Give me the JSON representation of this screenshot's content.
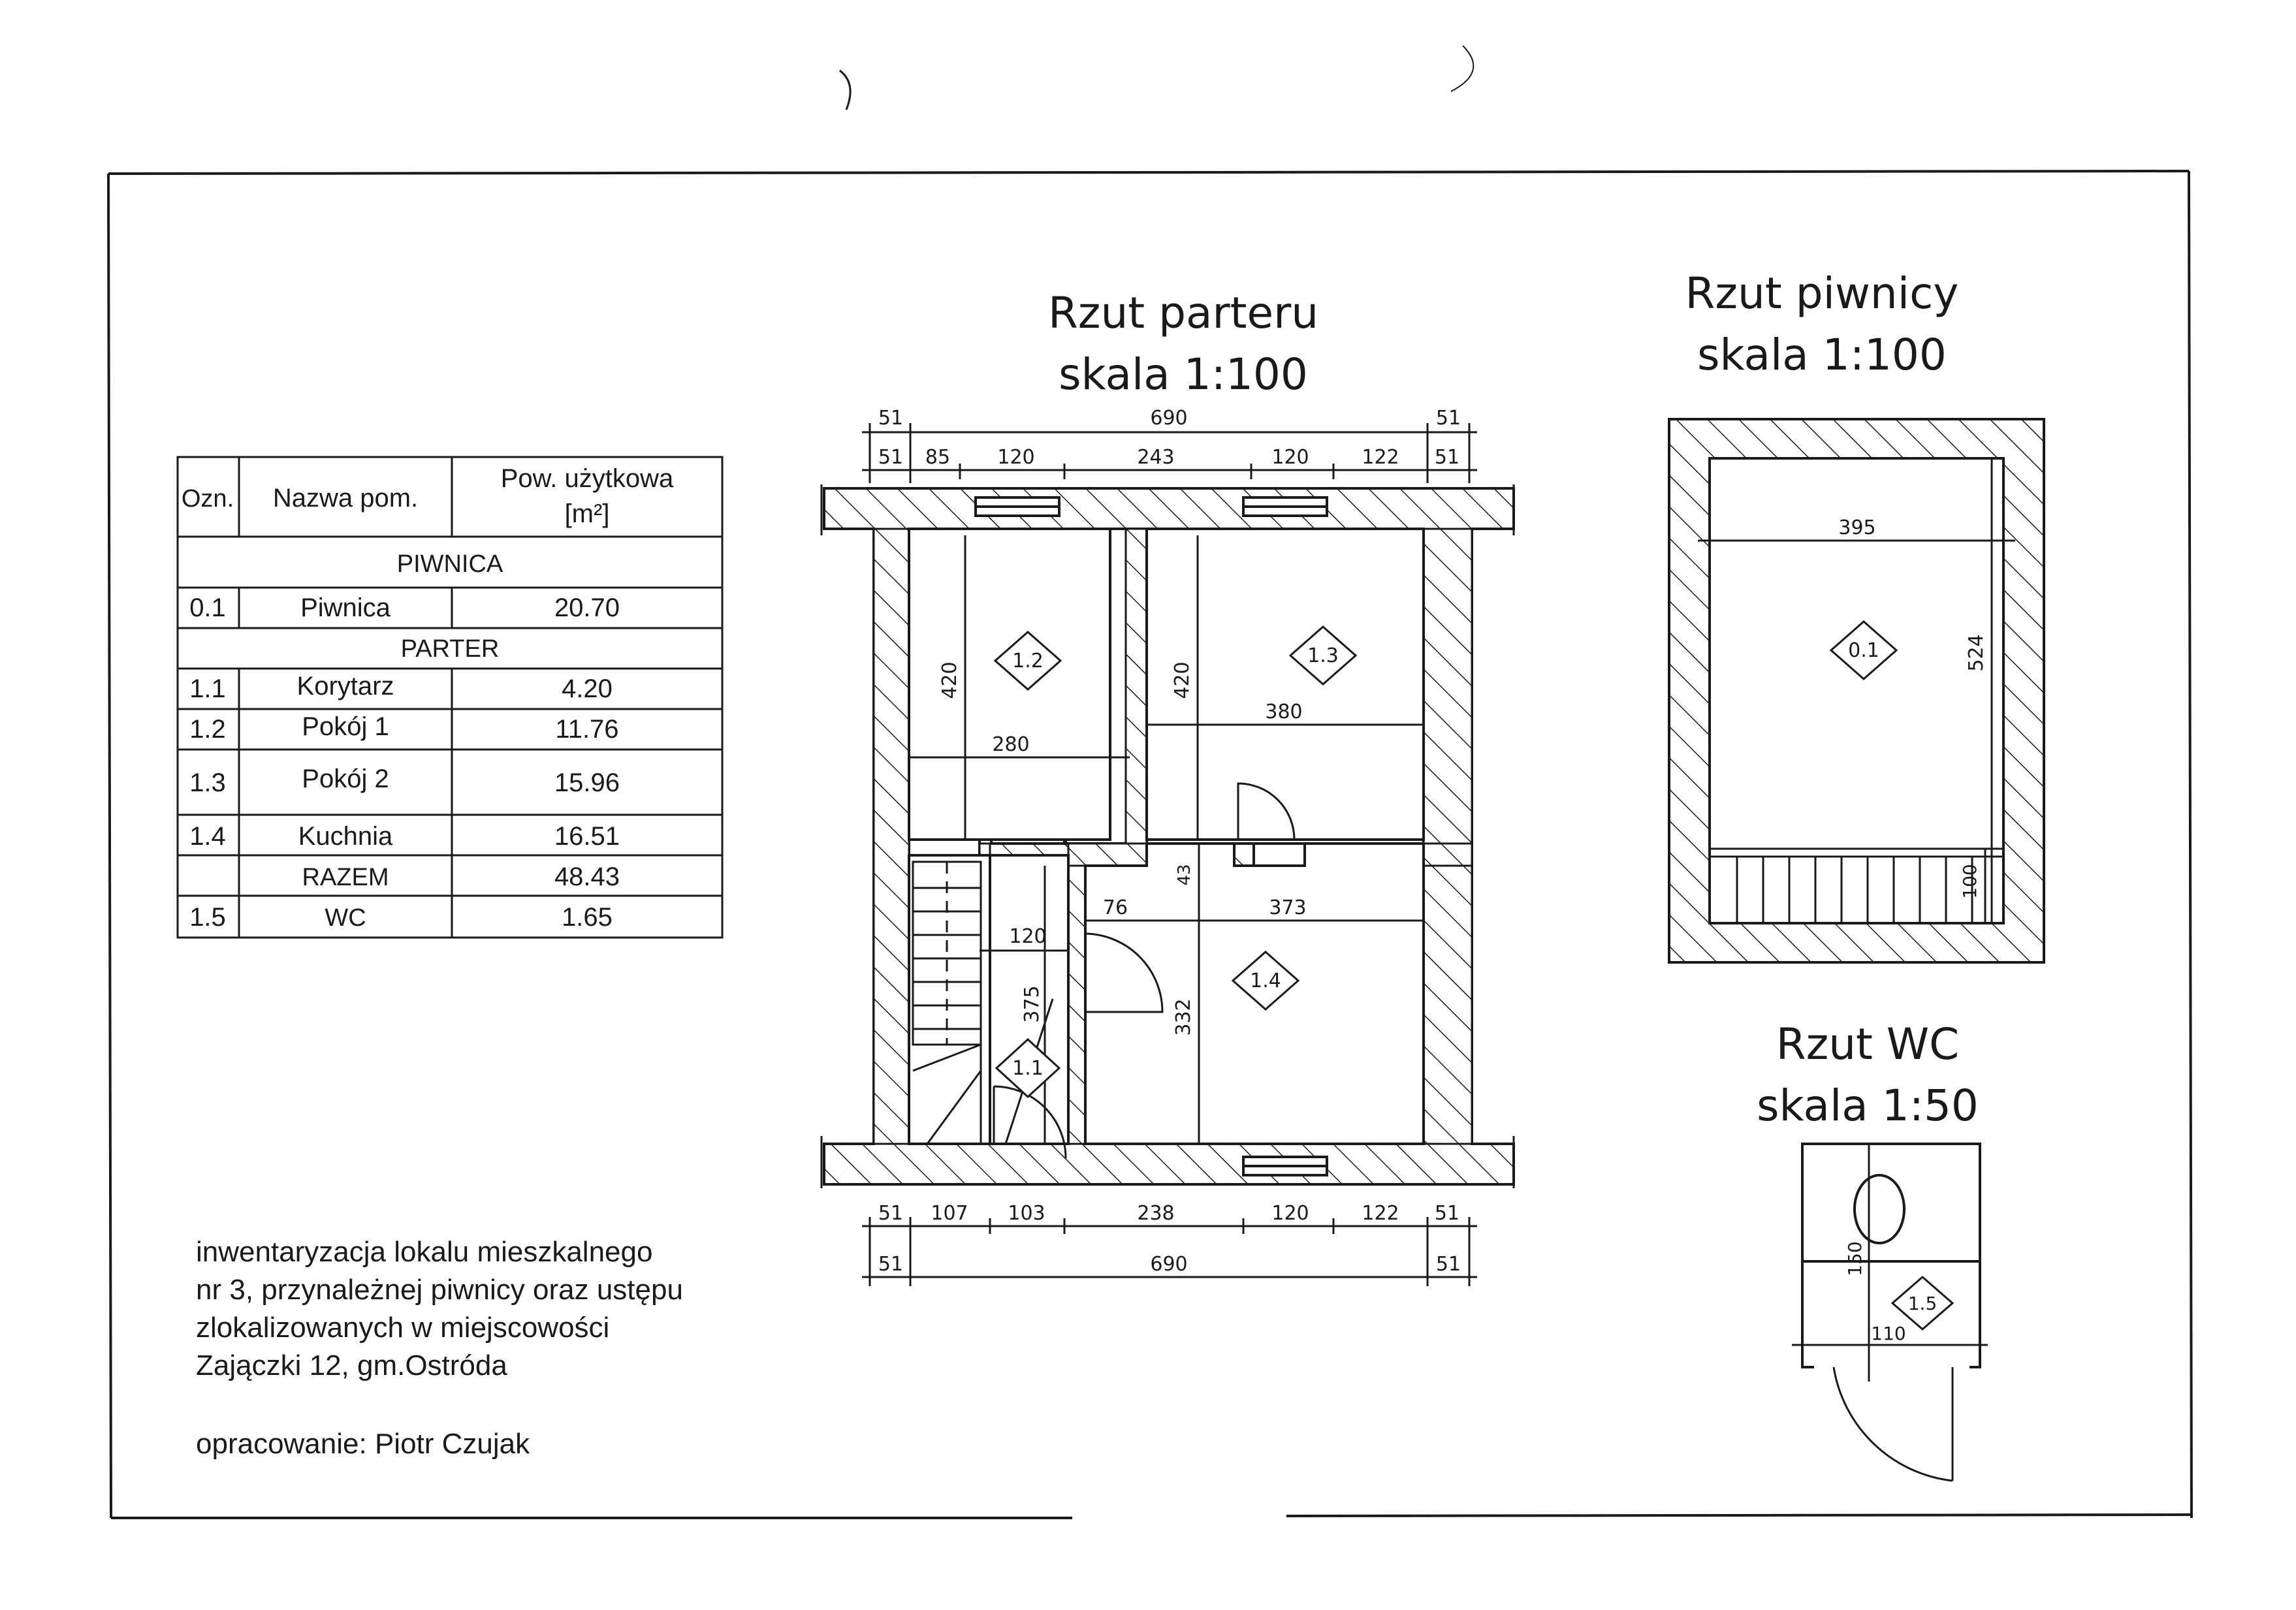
{
  "table": {
    "header": {
      "ozn": "Ozn.",
      "nazwa": "Nazwa pom.",
      "pow_line1": "Pow. użytkowa",
      "pow_line2": "[m²]"
    },
    "sections": {
      "piwnica": "PIWNICA",
      "parter": "PARTER",
      "razem_label": "RAZEM",
      "razem_value": "48.43"
    },
    "rows": {
      "r01": {
        "ozn": "0.1",
        "name": "Piwnica",
        "area": "20.70"
      },
      "r11": {
        "ozn": "1.1",
        "name": "Korytarz",
        "area": "4.20"
      },
      "r12": {
        "ozn": "1.2",
        "name": "Pokój  1",
        "area": "11.76"
      },
      "r13": {
        "ozn": "1.3",
        "name": "Pokój  2",
        "area": "15.96"
      },
      "r14": {
        "ozn": "1.4",
        "name": "Kuchnia",
        "area": "16.51"
      },
      "r15": {
        "ozn": "1.5",
        "name": "WC",
        "area": "1.65"
      }
    }
  },
  "parter": {
    "title": "Rzut parteru",
    "scale": "skala 1:100",
    "dims": {
      "top_wall_l": "51",
      "top_total": "690",
      "top_wall_r": "51",
      "t1": "51",
      "t2": "85",
      "t3": "120",
      "t4": "243",
      "t5": "120",
      "t6": "122",
      "t7": "51",
      "b1": "51",
      "b2": "107",
      "b3": "103",
      "b4": "238",
      "b5": "120",
      "b6": "122",
      "b7": "51",
      "bot_wall_l": "51",
      "bot_total": "690",
      "bot_wall_r": "51",
      "r12_h": "420",
      "r12_w": "280",
      "r13_h": "420",
      "r13_w": "380",
      "kor_w": "120",
      "kor_h": "375",
      "k_h1": "43",
      "k_h": "332",
      "k_w": "373",
      "k_small": "76"
    },
    "rooms": {
      "r11": "1.1",
      "r12": "1.2",
      "r13": "1.3",
      "r14": "1.4"
    }
  },
  "piwnica": {
    "title": "Rzut piwnicy",
    "scale": "skala 1:100",
    "dims": {
      "w": "395",
      "h": "524",
      "stair": "100"
    },
    "room": "0.1"
  },
  "wc": {
    "title": "Rzut WC",
    "scale": "skala 1:50",
    "dims": {
      "w": "110",
      "h": "150"
    },
    "room": "1.5"
  },
  "note": {
    "line1": "inwentaryzacja lokalu mieszkalnego",
    "line2": "nr 3, przynależnej piwnicy oraz ustępu",
    "line3": "zlokalizowanych w miejscowości",
    "line4": "Zajączki 12, gm.Ostróda",
    "author": "opracowanie: Piotr Czujak"
  }
}
